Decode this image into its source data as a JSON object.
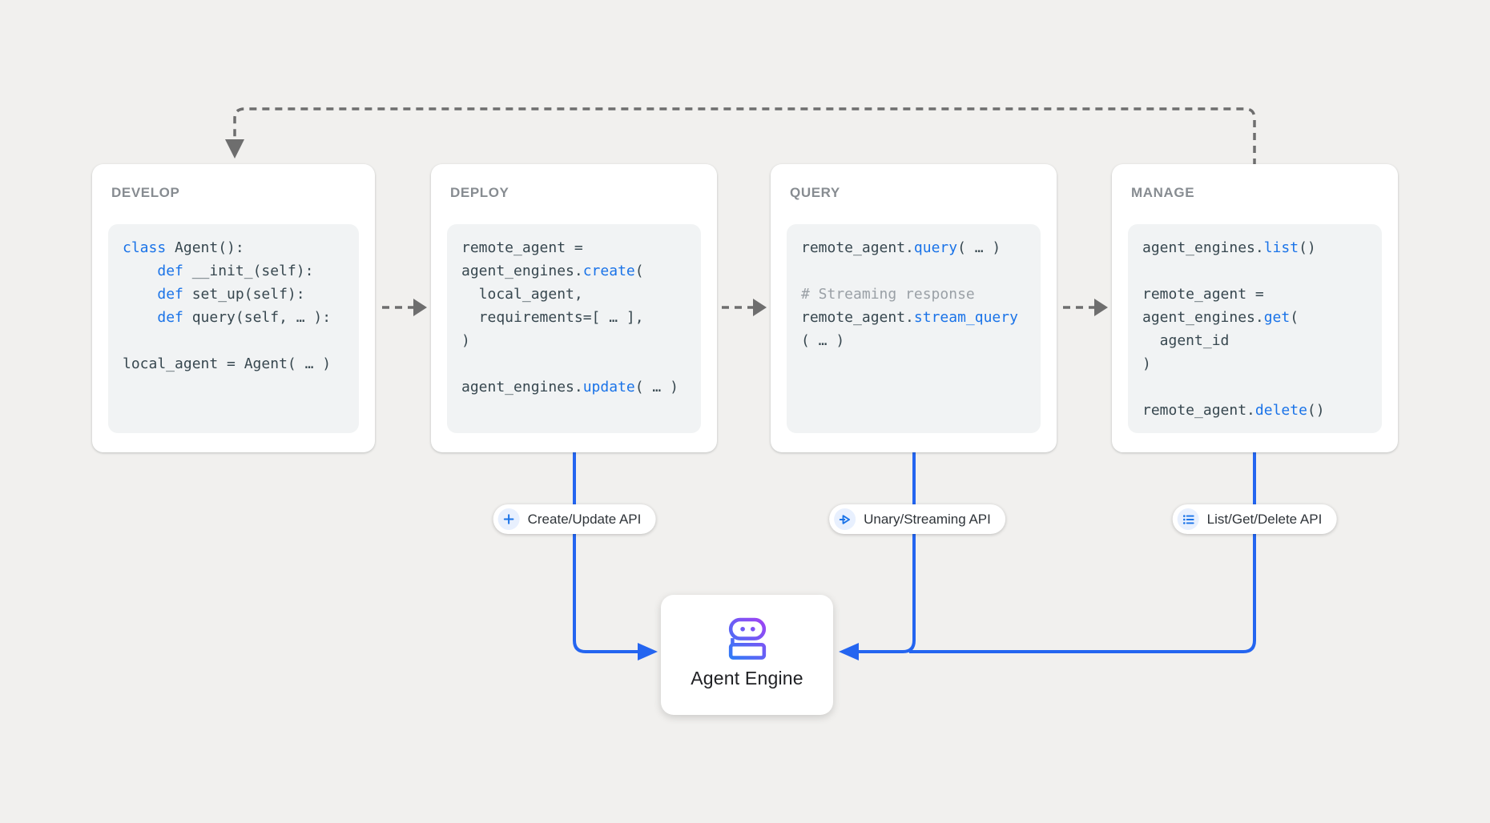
{
  "background": "#f1f0ee",
  "palette": {
    "keyword_blue": "#1a73e8",
    "code_text": "#37474f",
    "comment_gray": "#9aa0a6",
    "title_gray": "#878c91",
    "dashed_arrow_gray": "#6e6e6e",
    "connector_blue": "#2465f0",
    "pill_icon_bg": "#e8f0fe",
    "card_bg": "#ffffff",
    "code_bg": "#f1f3f4",
    "robot_gradient_start": "#2e7cf6",
    "robot_gradient_end": "#a142f4"
  },
  "cards": [
    {
      "title": "DEVELOP",
      "code": [
        [
          {
            "c": "k",
            "t": "class"
          },
          {
            "c": "t",
            "t": " Agent():"
          }
        ],
        [
          {
            "c": "t",
            "t": "    "
          },
          {
            "c": "k",
            "t": "def"
          },
          {
            "c": "t",
            "t": " __init_(self):"
          }
        ],
        [
          {
            "c": "t",
            "t": "    "
          },
          {
            "c": "k",
            "t": "def"
          },
          {
            "c": "t",
            "t": " set_up(self):"
          }
        ],
        [
          {
            "c": "t",
            "t": "    "
          },
          {
            "c": "k",
            "t": "def"
          },
          {
            "c": "t",
            "t": " query(self, … ):"
          }
        ],
        [],
        [
          {
            "c": "t",
            "t": "local_agent = Agent( … )"
          }
        ]
      ]
    },
    {
      "title": "DEPLOY",
      "code": [
        [
          {
            "c": "t",
            "t": "remote_agent ="
          }
        ],
        [
          {
            "c": "t",
            "t": "agent_engines."
          },
          {
            "c": "k",
            "t": "create"
          },
          {
            "c": "t",
            "t": "("
          }
        ],
        [
          {
            "c": "t",
            "t": "  local_agent,"
          }
        ],
        [
          {
            "c": "t",
            "t": "  requirements=[ … ],"
          }
        ],
        [
          {
            "c": "t",
            "t": ")"
          }
        ],
        [],
        [
          {
            "c": "t",
            "t": "agent_engines."
          },
          {
            "c": "k",
            "t": "update"
          },
          {
            "c": "t",
            "t": "( … )"
          }
        ]
      ]
    },
    {
      "title": "QUERY",
      "code": [
        [
          {
            "c": "t",
            "t": "remote_agent."
          },
          {
            "c": "k",
            "t": "query"
          },
          {
            "c": "t",
            "t": "( … )"
          }
        ],
        [],
        [
          {
            "c": "c",
            "t": "# Streaming response"
          }
        ],
        [
          {
            "c": "t",
            "t": "remote_agent."
          },
          {
            "c": "k",
            "t": "stream_query"
          }
        ],
        [
          {
            "c": "t",
            "t": "( … )"
          }
        ]
      ]
    },
    {
      "title": "MANAGE",
      "code": [
        [
          {
            "c": "t",
            "t": "agent_engines."
          },
          {
            "c": "k",
            "t": "list"
          },
          {
            "c": "t",
            "t": "()"
          }
        ],
        [],
        [
          {
            "c": "t",
            "t": "remote_agent ="
          }
        ],
        [
          {
            "c": "t",
            "t": "agent_engines."
          },
          {
            "c": "k",
            "t": "get"
          },
          {
            "c": "t",
            "t": "("
          }
        ],
        [
          {
            "c": "t",
            "t": "  agent_id"
          }
        ],
        [
          {
            "c": "t",
            "t": ")"
          }
        ],
        [],
        [
          {
            "c": "t",
            "t": "remote_agent."
          },
          {
            "c": "k",
            "t": "delete"
          },
          {
            "c": "t",
            "t": "()"
          }
        ]
      ]
    }
  ],
  "pills": [
    {
      "label": "Create/Update API",
      "icon": "plus-icon"
    },
    {
      "label": "Unary/Streaming API",
      "icon": "send-icon"
    },
    {
      "label": "List/Get/Delete API",
      "icon": "list-icon"
    }
  ],
  "engine": {
    "label": "Agent Engine",
    "icon": "robot-icon"
  }
}
